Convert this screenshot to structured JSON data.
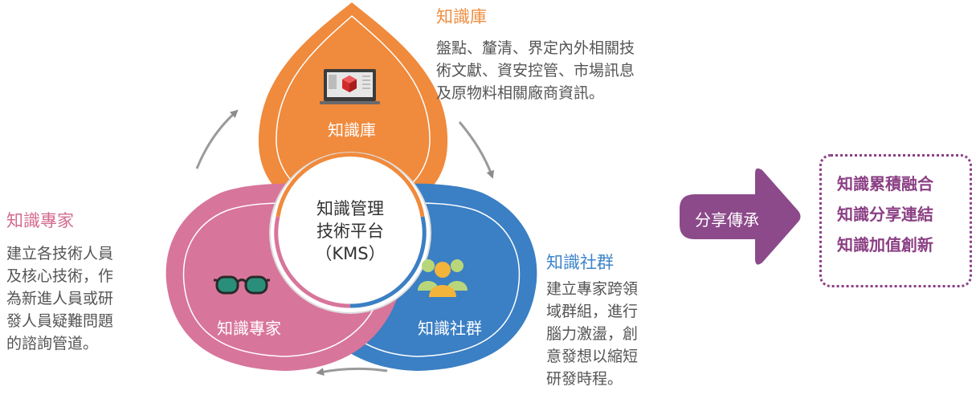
{
  "knowledge_base": {
    "heading": "知識庫",
    "description_lines": [
      "盤點、釐清、界定內外相關技",
      "術文獻、資安控管、市場訊息",
      "及原物料相關廠商資訊。"
    ],
    "petal_label": "知識庫",
    "icon": "monitor-cube-icon",
    "color": "#f08a3c"
  },
  "experts": {
    "heading": "知識專家",
    "description_lines": [
      "建立各技術人員",
      "及核心技術，作",
      "為新進人員或研",
      "發人員疑難問題",
      "的諮詢管道。"
    ],
    "petal_label": "知識專家",
    "icon": "glasses-icon",
    "color": "#d8759a"
  },
  "community": {
    "heading": "知識社群",
    "description_lines": [
      "建立專家跨領",
      "域群組，進行",
      "腦力激盪，創",
      "意發想以縮短",
      "研發時程。"
    ],
    "petal_label": "知識社群",
    "icon": "people-group-icon",
    "color": "#3b7fc4"
  },
  "center": {
    "lines": [
      "知識管理",
      "技術平台",
      "（KMS）"
    ]
  },
  "arrow": {
    "label": "分享傳承",
    "color": "#8c4a8a"
  },
  "result": {
    "lines": [
      "知識累積融合",
      "知識分享連結",
      "知識加值創新"
    ],
    "color": "#8b3f84"
  }
}
